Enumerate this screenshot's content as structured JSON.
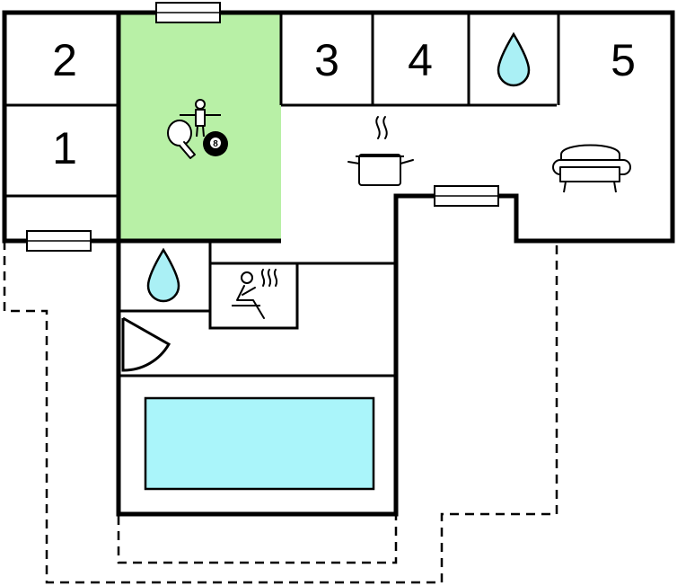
{
  "floor_plan": {
    "rooms": {
      "bedroom_2": "2",
      "bedroom_1": "1",
      "bedroom_3": "3",
      "bedroom_4": "4",
      "bedroom_5": "5"
    },
    "colors": {
      "terrace": "#e3e3e3",
      "terrace_dark": "#c4c4c4",
      "game_room": "#b8f0a6",
      "water": "#aaf0f5",
      "pool": "#aaf5fa",
      "wall": "#000000"
    },
    "icons": {
      "game_room": [
        "table-football-icon",
        "table-tennis-icon",
        "billiard-ball-icon"
      ],
      "billiard_ball_label": "8",
      "bathroom_top": "water-drop-icon",
      "bathroom_lower": "water-drop-icon",
      "sauna": "sauna-icon",
      "kitchen": "cooking-pot-icon",
      "living": "sofa-icon",
      "pool": "swimming-pool"
    }
  }
}
